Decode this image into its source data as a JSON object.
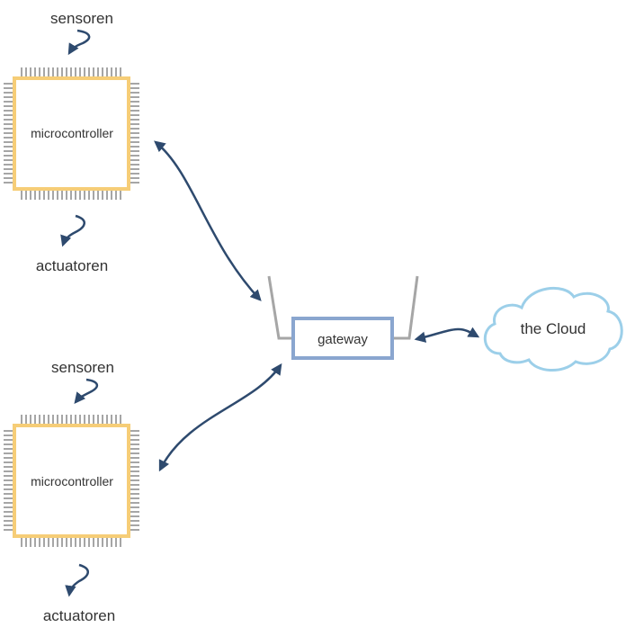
{
  "colors": {
    "chip_border": "#f6cd77",
    "pins": "#a6a6a6",
    "arrow": "#2e4a6e",
    "gateway_border": "#8aa6cf",
    "antenna": "#a6a6a6",
    "cloud": "#9ccfe9",
    "text": "#333333"
  },
  "nodes": {
    "mcu_top": {
      "sensors_label": "sensoren",
      "chip_label": "microcontroller",
      "actuators_label": "actuatoren"
    },
    "mcu_bottom": {
      "sensors_label": "sensoren",
      "chip_label": "microcontroller",
      "actuators_label": "actuatoren"
    },
    "gateway": {
      "label": "gateway"
    },
    "cloud": {
      "label": "the Cloud"
    }
  }
}
